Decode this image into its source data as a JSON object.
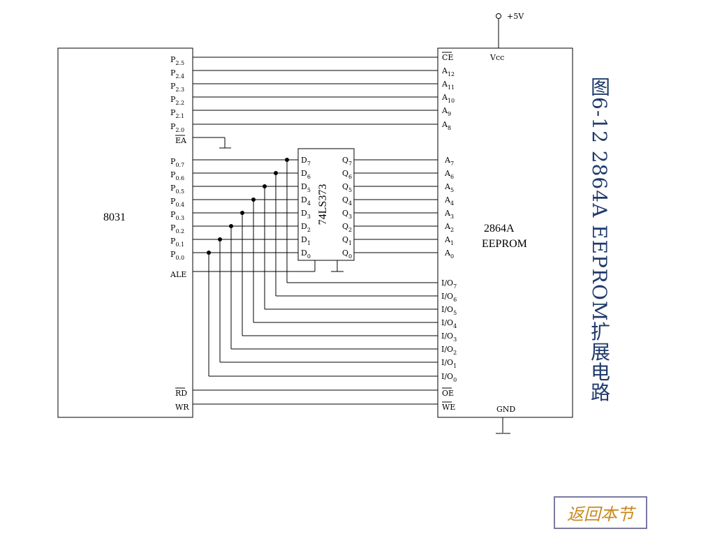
{
  "title": "图6-12 2864A EEPROM扩展电路",
  "back_button": "返回本节",
  "supply": "+5V",
  "chips": {
    "mcu": "8031",
    "latch": "74LS373",
    "eeprom_line1": "2864A",
    "eeprom_line2": "EEPROM"
  },
  "mcu_pins": {
    "p2": [
      "P2.5",
      "P2.4",
      "P2.3",
      "P2.2",
      "P2.1",
      "P2.0"
    ],
    "ea": "EA",
    "p0": [
      "P0.7",
      "P0.6",
      "P0.5",
      "P0.4",
      "P0.3",
      "P0.2",
      "P0.1",
      "P0.0"
    ],
    "ale": "ALE",
    "rd": "RD",
    "wr": "WR"
  },
  "latch_pins": {
    "d": [
      "D7",
      "D6",
      "D5",
      "D4",
      "D3",
      "D2",
      "D1",
      "D0"
    ],
    "q": [
      "Q7",
      "Q6",
      "Q5",
      "Q4",
      "Q3",
      "Q2",
      "Q1",
      "Q0"
    ]
  },
  "eeprom_pins": {
    "ce": "CE",
    "vcc": "Vcc",
    "high_addr": [
      "A12",
      "A11",
      "A10",
      "A9",
      "A8"
    ],
    "low_addr": [
      "A7",
      "A6",
      "A5",
      "A4",
      "A3",
      "A2",
      "A1",
      "A0"
    ],
    "io": [
      "I/O7",
      "I/O6",
      "I/O5",
      "I/O4",
      "I/O3",
      "I/O2",
      "I/O1",
      "I/O0"
    ],
    "oe": "OE",
    "we": "WE",
    "gnd": "GND"
  }
}
